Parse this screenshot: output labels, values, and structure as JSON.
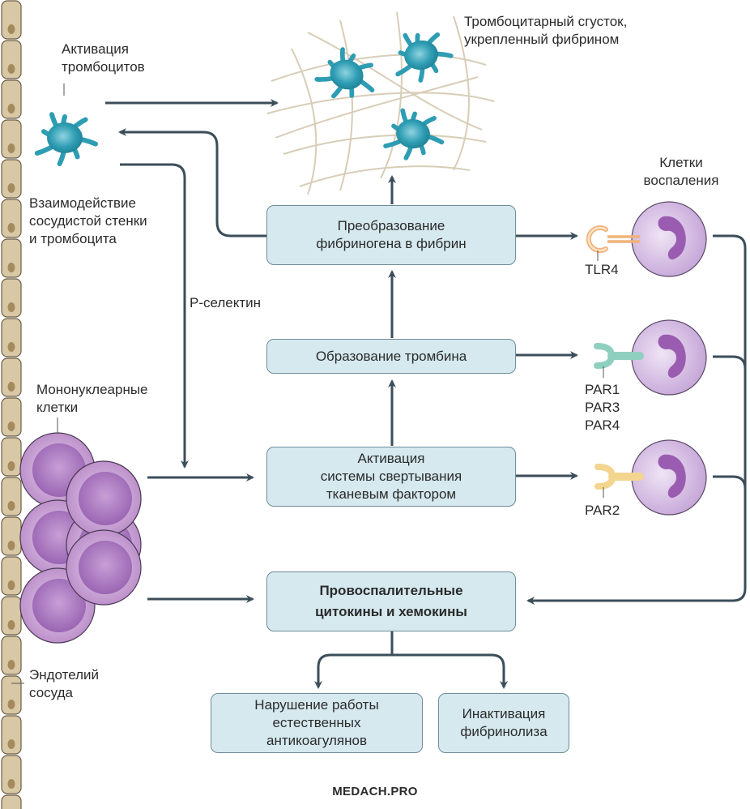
{
  "colors": {
    "box_fill": "#d5e9ef",
    "box_border": "#6f8c97",
    "arrow": "#3b4e5a",
    "platelet": "#2e9db3",
    "endothelium": "#d9c8a5",
    "endothelium_nucleus": "#a48a5c",
    "mononuclear": "#b98ac7",
    "neutrophil": "#d8c4e4",
    "tlr4": "#f0b27a",
    "par1": "#8fcfc0",
    "par2": "#f3d58f",
    "fibrin": "#d8cdb7"
  },
  "labels": {
    "platelet_activation": "Активация\nтромбоцитов",
    "vessel_platelet_interaction": "Взаимодействие\nсосудистой стенки\nи тромбоцита",
    "clot": "Тромбоцитарный сгусток,\nукрепленный фибрином",
    "inflammatory_cells": "Клетки\nвоспаления",
    "p_selectin": "Р-селектин",
    "mononuclear_cells": "Мононуклеарные\nклетки",
    "endothelium": "Эндотелий\nсосуда",
    "tlr4": "TLR4",
    "par134": "PAR1\nPAR3\nPAR4",
    "par2": "PAR2"
  },
  "boxes": {
    "fibrin_conversion": "Преобразование\nфибриногена в фибрин",
    "thrombin_formation": "Образование тромбина",
    "tissue_factor_activation": "Активация\nсистемы свертывания\nтканевым фактором",
    "cytokines": "Провоспалительные\nцитокины и хемокины",
    "anticoagulant_dysfunction": "Нарушение работы\nестественных\nантикоагулянов",
    "fibrinolysis_inactivation": "Инактивация\nфибринолиза"
  },
  "footer": "MEDACH.PRO"
}
